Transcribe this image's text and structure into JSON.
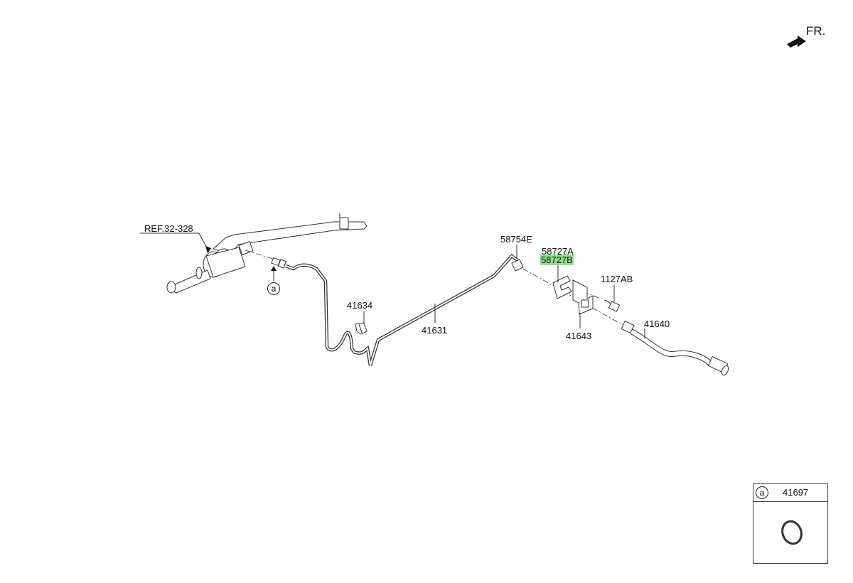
{
  "direction_label": "FR.",
  "ref_label": "REF.32-328",
  "parts": {
    "p58754E": "58754E",
    "p58727A": "58727A",
    "p58727B": "58727B",
    "p1127AB": "1127AB",
    "p41634": "41634",
    "p41631": "41631",
    "p41643": "41643",
    "p41640": "41640"
  },
  "callout_letter": "a",
  "inset": {
    "letter": "a",
    "part": "41697"
  },
  "highlight_color": "#8ee28a"
}
